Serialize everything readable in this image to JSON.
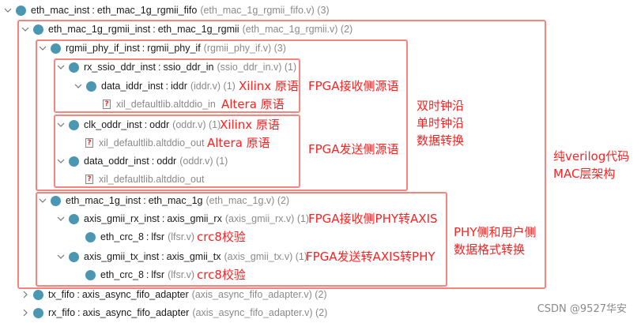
{
  "tree": {
    "rows": [
      {
        "inst": "eth_mac_inst",
        "module": "eth_mac_1g_rgmii_fifo",
        "meta": "(eth_mac_1g_rgmii_fifo.v) (3)"
      },
      {
        "inst": "eth_mac_1g_rgmii_inst",
        "module": "eth_mac_1g_rgmii",
        "meta": "(eth_mac_1g_rgmii.v) (2)"
      },
      {
        "inst": "rgmii_phy_if_inst",
        "module": "rgmii_phy_if",
        "meta": "(rgmii_phy_if.v) (3)"
      },
      {
        "inst": "rx_ssio_ddr_inst",
        "module": "ssio_ddr_in",
        "meta": "(ssio_ddr_in.v) (1)"
      },
      {
        "inst": "data_iddr_inst",
        "module": "iddr",
        "meta": "(iddr.v) (1)"
      },
      {
        "lib": "xil_defaultlib.altddio_in"
      },
      {
        "inst": "clk_oddr_inst",
        "module": "oddr",
        "meta": "(oddr.v) (1)"
      },
      {
        "lib": "xil_defaultlib.altddio_out"
      },
      {
        "inst": "data_oddr_inst",
        "module": "oddr",
        "meta": "(oddr.v) (1)"
      },
      {
        "lib": "xil_defaultlib.altddio_out"
      },
      {
        "inst": "eth_mac_1g_inst",
        "module": "eth_mac_1g",
        "meta": "(eth_mac_1g.v) (2)"
      },
      {
        "inst": "axis_gmii_rx_inst",
        "module": "axis_gmii_rx",
        "meta": "(axis_gmii_rx.v) (1)"
      },
      {
        "inst": "eth_crc_8",
        "module": "lfsr",
        "meta": "(lfsr.v)"
      },
      {
        "inst": "axis_gmii_tx_inst",
        "module": "axis_gmii_tx",
        "meta": "(axis_gmii_tx.v) (1)"
      },
      {
        "inst": "eth_crc_8",
        "module": "lfsr",
        "meta": "(lfsr.v)"
      },
      {
        "inst": "tx_fifo",
        "module": "axis_async_fifo_adapter",
        "meta": "(axis_async_fifo_adapter.v) (2)"
      },
      {
        "inst": "rx_fifo",
        "module": "axis_async_fifo_adapter",
        "meta": "(axis_async_fifo_adapter.v) (2)"
      }
    ],
    "separator": ":"
  },
  "annotations": {
    "xilinx_1": "Xilinx 原语",
    "altera_1": "Altera 原语",
    "xilinx_2": "Xilinx 原语",
    "altera_2": "Altera 原语",
    "fpga_rx_prim": "FPGA接收侧源语",
    "fpga_tx_prim": "FPGA发送侧源语",
    "ddr_line1": "双时钟沿",
    "ddr_line2": "单时钟沿",
    "ddr_line3": "数据转换",
    "mac_line1": "纯verilog代码",
    "mac_line2": "MAC层架构",
    "rx_phy_axis": "FPGA接收侧PHY转AXIS",
    "tx_axis_phy": "FPGA发送转AXIS转PHY",
    "crc_1": "crc8校验",
    "crc_2": "crc8校验",
    "fmt_line1": "PHY侧和用户侧",
    "fmt_line2": "数据格式转换"
  },
  "watermark": "CSDN @9527华安",
  "colors": {
    "box": "#f4857e",
    "annotation": "#ff2020",
    "node": "#4a96b3",
    "meta": "#8a8a8a"
  }
}
